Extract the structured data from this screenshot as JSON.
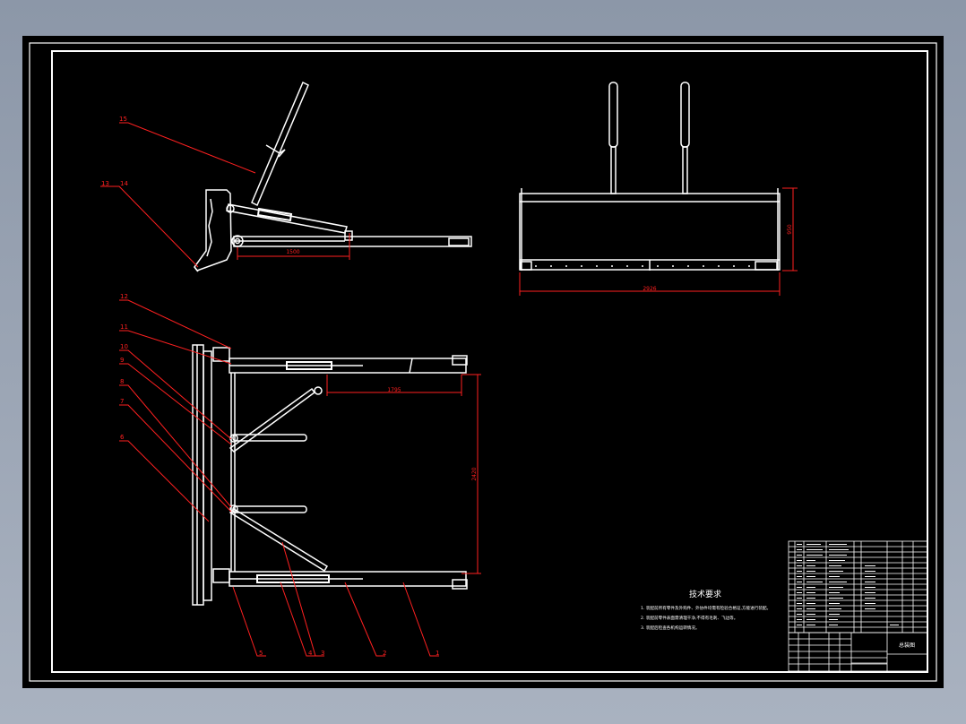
{
  "drawing": {
    "background": "#000000",
    "line_color": "#ffffff",
    "annotation_color": "#ff2020",
    "border_color": "#ffffff"
  },
  "side_view": {
    "dimensions": {
      "arm_length": "1500"
    },
    "leaders": [
      {
        "id": "15",
        "label": "15"
      },
      {
        "id": "13",
        "label": "13"
      },
      {
        "id": "14",
        "label": "14"
      }
    ]
  },
  "front_view": {
    "dimensions": {
      "width": "2926",
      "height": "950"
    }
  },
  "top_view": {
    "dimensions": {
      "arm_length": "1795",
      "span": "2420"
    },
    "leaders_left": [
      {
        "id": "12",
        "label": "12"
      },
      {
        "id": "11",
        "label": "11"
      },
      {
        "id": "10",
        "label": "10"
      },
      {
        "id": "9",
        "label": "9"
      },
      {
        "id": "8",
        "label": "8"
      },
      {
        "id": "7",
        "label": "7"
      },
      {
        "id": "6",
        "label": "6"
      }
    ],
    "leaders_bottom": [
      {
        "id": "5",
        "label": "5"
      },
      {
        "id": "4",
        "label": "4"
      },
      {
        "id": "3",
        "label": "3"
      },
      {
        "id": "2",
        "label": "2"
      },
      {
        "id": "1",
        "label": "1"
      }
    ]
  },
  "technical_notes": {
    "title": "技术要求",
    "items": [
      "1. 装配前所有零件及外购件、外协件均需有检验合格证,方能进行装配。",
      "2. 装配前零件表面需清理干净,不得有毛刺、飞边等。",
      "3. 装配后检查各机构运转情况。"
    ]
  },
  "title_block": {
    "drawing_name": "总装图",
    "parts_rows": 16
  }
}
